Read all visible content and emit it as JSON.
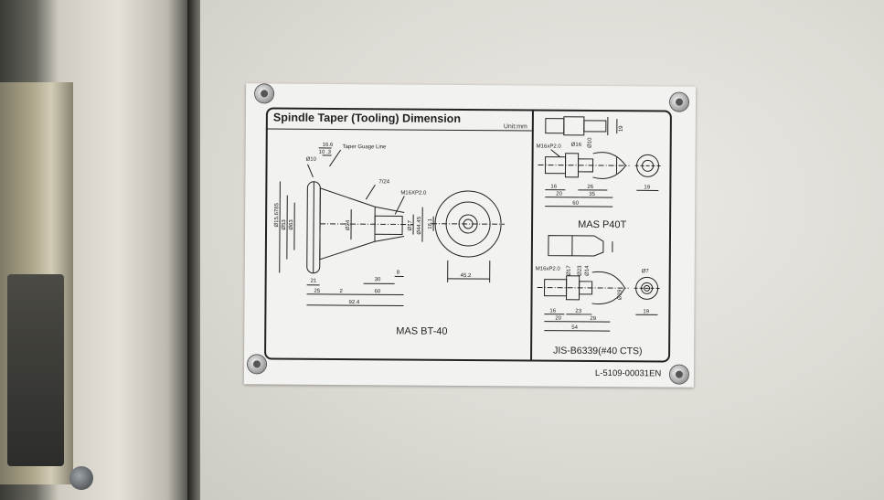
{
  "plate": {
    "title": "Spindle Taper (Tooling) Dimension",
    "unit": "Unit:mm",
    "part_code": "L-5109-00031EN"
  },
  "bt40": {
    "caption": "MAS BT-40",
    "dims": {
      "d10": "Ø10",
      "d16_6": "16.6",
      "d10_3": "10 .3",
      "taper_line": "Taper Guage Line",
      "taper": "7/24",
      "thread": "M16XP2.0",
      "d15": "Ø15.6785",
      "d53": "Ø53",
      "d63": "Ø63",
      "d24": "Ø24",
      "d17": "Ø17",
      "d44": "Ø44.45",
      "d16_1": "16.1",
      "d21": "21",
      "d25": "25",
      "d2": "2",
      "d30": "30",
      "d8": "8",
      "d60": "60",
      "d92": "92.4",
      "d45": "45.2"
    }
  },
  "p40t": {
    "caption": "MAS P40T",
    "dims": {
      "thread": "M16xP2.0",
      "d16": "Ø16",
      "d10": "Ø10",
      "d19a": "19",
      "d16a": "16",
      "d26": "26",
      "d20": "20",
      "d35": "35",
      "d60": "60",
      "d19": "19"
    }
  },
  "jis": {
    "caption": "JIS-B6339(#40 CTS)",
    "dims": {
      "thread": "M16xP2.0",
      "d17": "Ø17",
      "d23": "Ø23",
      "d14": "Ø14",
      "d19": "Ø19",
      "d16": "16",
      "d23b": "23",
      "d20": "20",
      "d29": "29",
      "d54": "54",
      "d7": "Ø7",
      "d19r": "19"
    }
  }
}
